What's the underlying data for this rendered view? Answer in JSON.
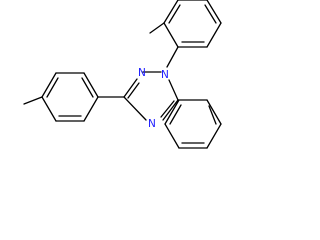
{
  "molecule": {
    "atoms": {
      "n1": "N",
      "n2": "N",
      "n4": "N"
    },
    "colors": {
      "bond": "#000000",
      "nitrogen": "#1a1aff",
      "background": "#ffffff"
    }
  }
}
